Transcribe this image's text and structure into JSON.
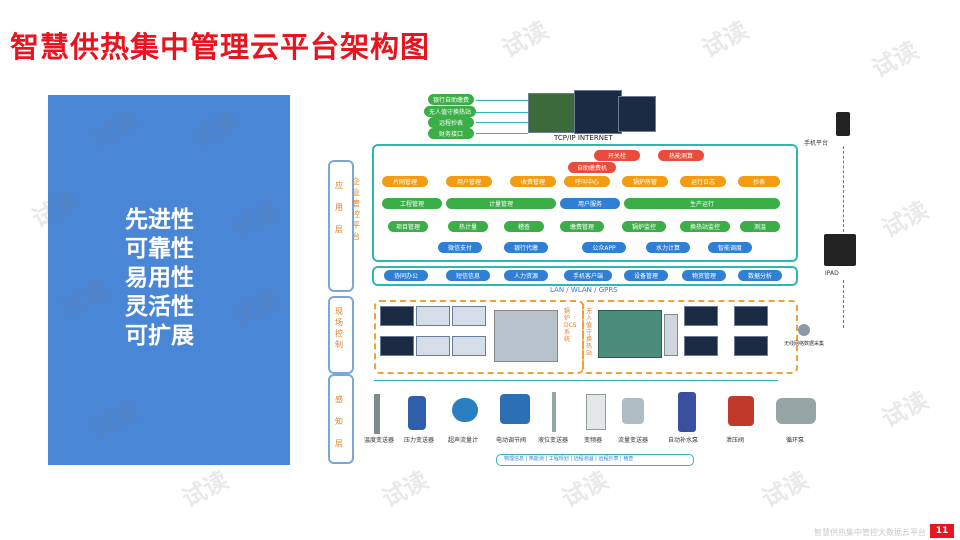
{
  "slide": {
    "title": "智慧供热集中管理云平台架构图",
    "features": [
      "先进性",
      "可靠性",
      "易用性",
      "灵活性",
      "可扩展"
    ],
    "footer": "智慧供热集中管控大数据云平台",
    "page_number": "11",
    "watermark": "试读"
  },
  "diagram": {
    "internet_label": "TCP/IP INTERNET",
    "top_tags": [
      "银行自助缴费",
      "无人值守换热站",
      "远程抄表",
      "财务接口"
    ],
    "phone_label": "手机平台",
    "ipad_label": "IPAD",
    "layers": {
      "app": [
        "应",
        "用",
        "层"
      ],
      "app_sub": [
        "企",
        "业",
        "管",
        "控",
        "平",
        "台"
      ],
      "field": [
        "现",
        "场",
        "控",
        "制"
      ],
      "sense": [
        "感",
        "知",
        "层"
      ]
    },
    "red_tags": [
      "自助缴费机",
      "开关栓",
      "热能测算"
    ],
    "row1": [
      "片网管理",
      "用户管理",
      "收费管理",
      "呼叫中心",
      "锅炉房管",
      "运行日志",
      "抄表"
    ],
    "row2": [
      "工程管理",
      "计量管理",
      "用户服务",
      "生产运行"
    ],
    "row3": [
      "项目管理",
      "热计量",
      "稽查",
      "缴费管理",
      "锅炉监控",
      "换热站监控",
      "测温"
    ],
    "row4": [
      "微信支付",
      "银行代缴",
      "公众APP",
      "水力计算",
      "智能调度"
    ],
    "row5": [
      "协同办公",
      "短信信息",
      "人力资源",
      "手机客户端",
      "设备管理",
      "物资管理",
      "数据分析"
    ],
    "network_label": "LAN / WLAN / GPRS",
    "field_left_vlabel": "锅炉DCS系统",
    "field_right_vlabel": "无人值守换热站",
    "wireless_label": "无线网络数据采集",
    "sensors": [
      "温度变送器",
      "压力变送器",
      "超声流量计",
      "电动调节阀",
      "液位变送器",
      "变频器",
      "流量变送器",
      "自动补水泵",
      "泄压阀",
      "循环泵"
    ],
    "bottom_bar": "物理信息 | 热能测 | 工程规划 | 远程测温 | 远程抄表 | 稽查",
    "colors": {
      "title": "#e8141f",
      "panel": "#4a86d6",
      "frame": "#2fb7b4",
      "accent_orange": "#f39c12",
      "accent_green": "#3cae48",
      "accent_blue": "#2f7fd4"
    }
  }
}
